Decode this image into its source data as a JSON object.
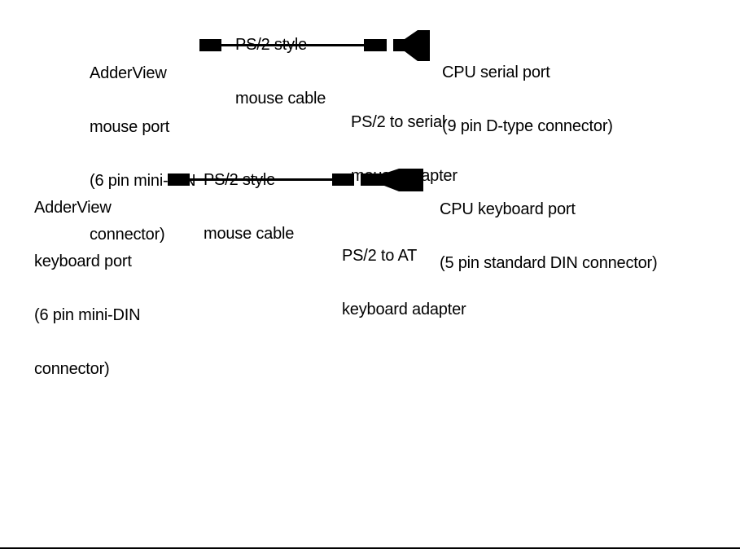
{
  "diagrams": {
    "mouse": {
      "cable_label": [
        "PS/2 style",
        "mouse cable"
      ],
      "adderview_port_label": [
        "AdderView",
        "mouse port",
        "(6 pin mini-DIN",
        "connector)"
      ],
      "cpu_port_label": [
        "CPU serial port",
        "(9 pin D-type connector)"
      ],
      "adapter_label": [
        "PS/2 to serial",
        "mouse adapter"
      ]
    },
    "keyboard": {
      "cable_label": [
        "PS/2 style",
        "mouse cable"
      ],
      "adderview_port_label": [
        "AdderView",
        "keyboard port",
        "(6 pin mini-DIN",
        "connector)"
      ],
      "cpu_port_label": [
        "CPU keyboard port",
        "(5 pin standard DIN connector)"
      ],
      "adapter_label": [
        "PS/2 to AT",
        "keyboard adapter"
      ]
    }
  },
  "colors": {
    "ink": "#000000",
    "background": "#ffffff"
  }
}
